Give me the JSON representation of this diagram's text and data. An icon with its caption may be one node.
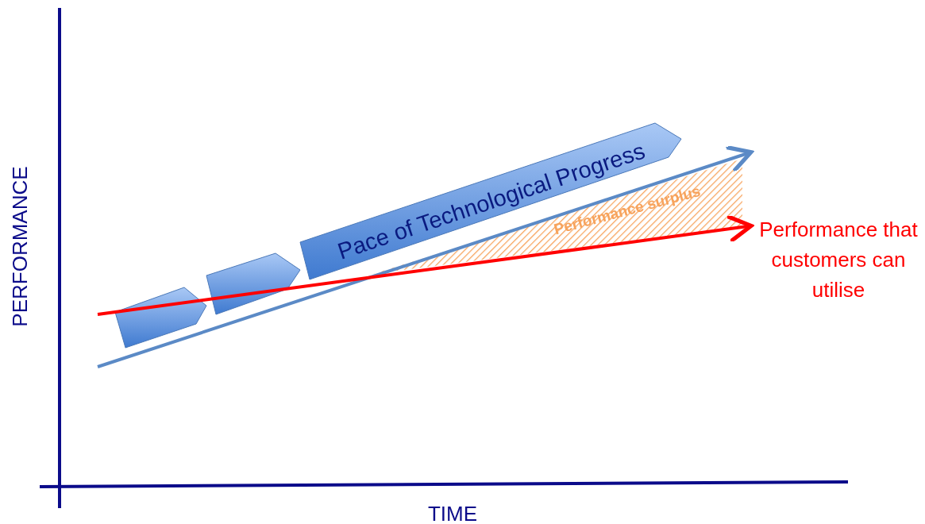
{
  "diagram": {
    "nodes": [
      {
        "text": [],
        "shape": "pentagon"
      },
      {
        "text": [],
        "shape": "pentagon"
      },
      {
        "text": [
          "Pace of Technological Progress"
        ]
      }
    ],
    "labels": [
      "PERFORMANCE",
      "TIME",
      "Performance surplus",
      "Performance that customers can utilise"
    ]
  }
}
